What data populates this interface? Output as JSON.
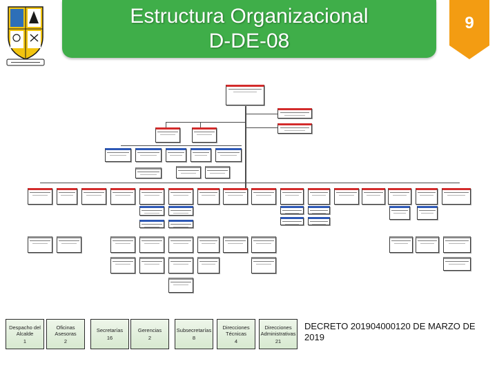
{
  "header": {
    "title_line1": "Estructura Organizacional",
    "title_line2": "D-DE-08",
    "page_number": "9",
    "colors": {
      "banner": "#3fae49",
      "badge": "#f39c12",
      "text": "#ffffff"
    },
    "logo": {
      "name": "municipal-coat-of-arms",
      "text": "MARCOVE DE BELLO"
    }
  },
  "legend": [
    {
      "label": "Despacho del Alcalde",
      "count": "1"
    },
    {
      "label": "Oficinas Asesoras",
      "count": "2"
    },
    {
      "label": "Secretarías",
      "count": "16"
    },
    {
      "label": "Gerencias",
      "count": "2"
    },
    {
      "label": "Subsecretarías",
      "count": "8"
    },
    {
      "label": "Direcciones Técnicas",
      "count": "4"
    },
    {
      "label": "Direcciones Administrativas",
      "count": "21"
    }
  ],
  "footer": {
    "decree": "DECRETO 201904000120 DE MARZO DE 2019"
  }
}
